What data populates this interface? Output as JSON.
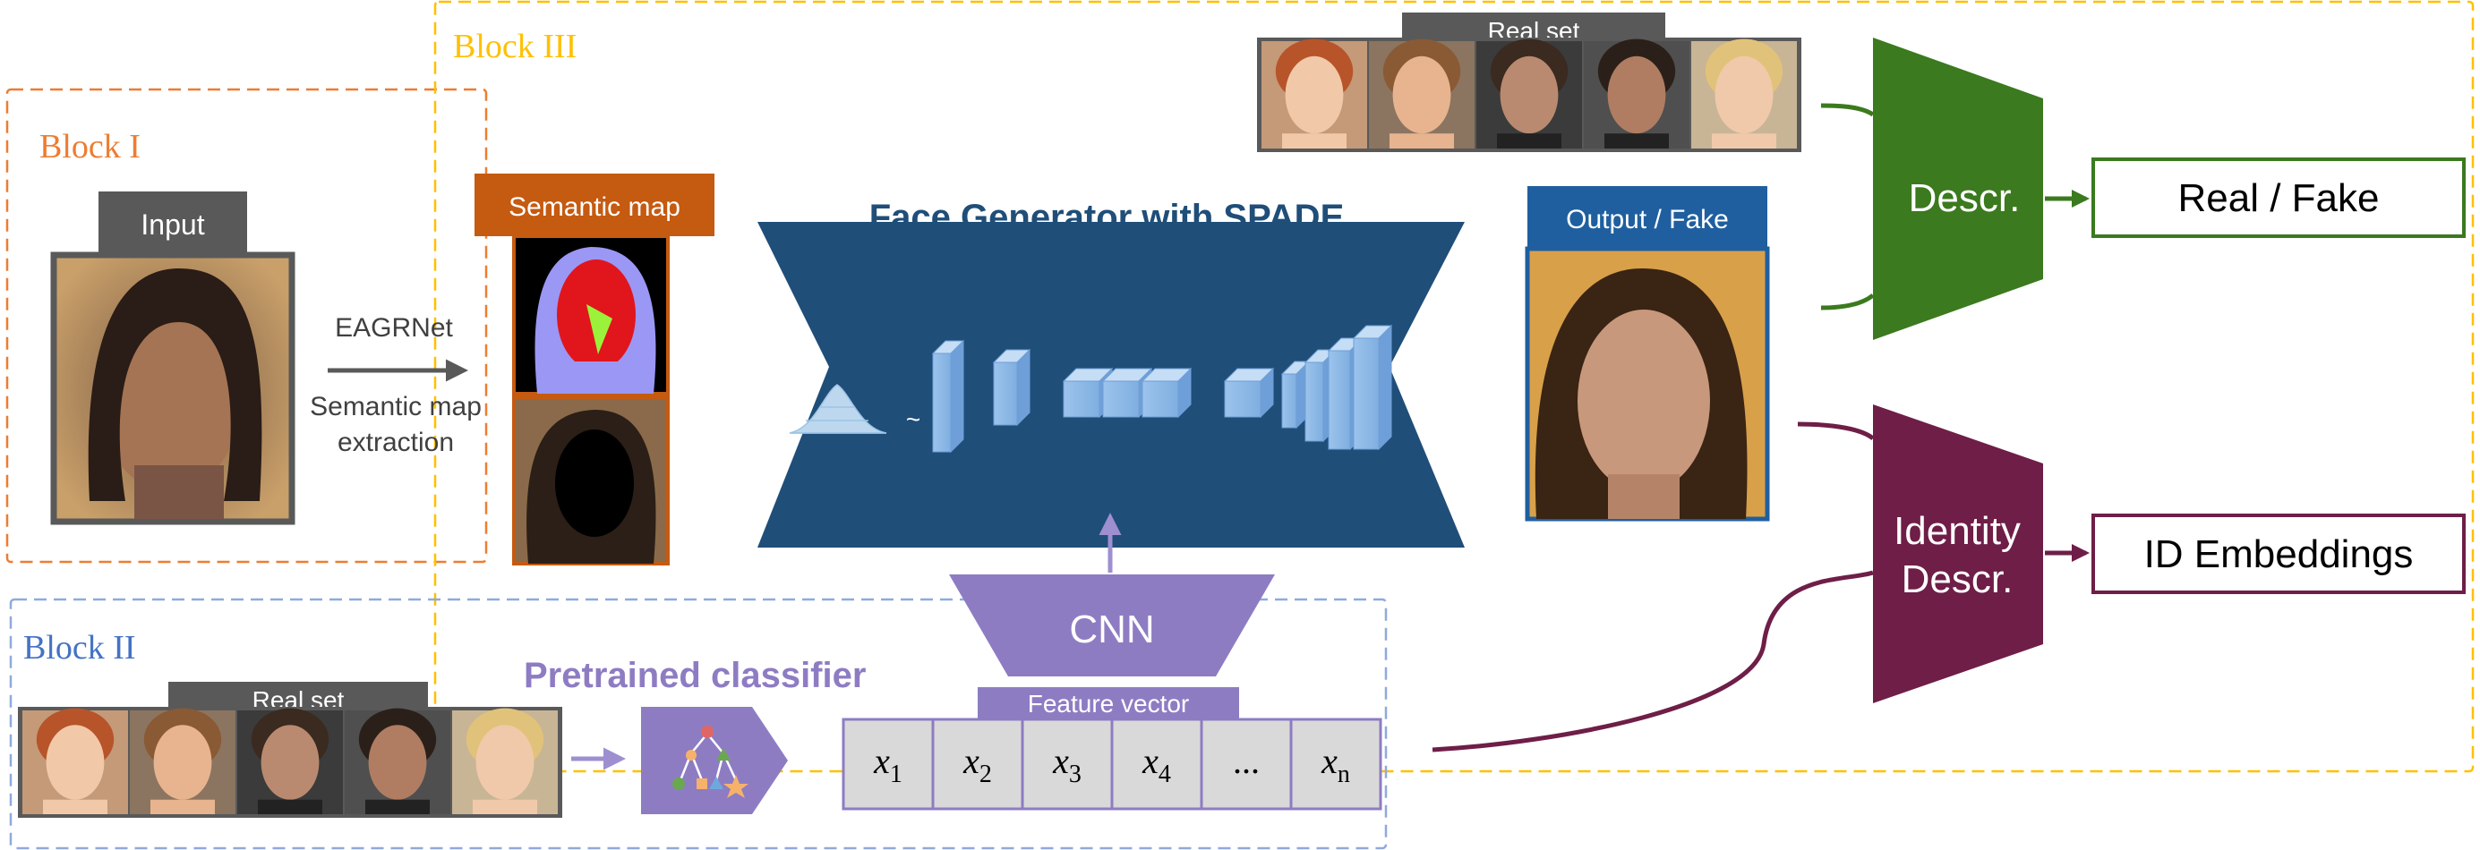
{
  "blocks": {
    "block1": "Block I",
    "block2": "Block II",
    "block3": "Block III"
  },
  "block1": {
    "input_label": "Input",
    "method_label": "EAGRNet",
    "step_line1": "Semantic map",
    "step_line2": "extraction"
  },
  "semantic": {
    "label": "Semantic map"
  },
  "generator": {
    "title": "Face Generator with SPADE",
    "tilde": "~"
  },
  "output": {
    "label": "Output / Fake"
  },
  "real_set_top": {
    "label": "Real set"
  },
  "real_set_bottom": {
    "label": "Real set"
  },
  "classifier": {
    "label": "Pretrained classifier"
  },
  "cnn": {
    "label": "CNN"
  },
  "feature": {
    "label": "Feature vector",
    "cells": [
      {
        "base": "x",
        "sub": "1"
      },
      {
        "base": "x",
        "sub": "2"
      },
      {
        "base": "x",
        "sub": "3"
      },
      {
        "base": "x",
        "sub": "4"
      },
      {
        "base": "...",
        "sub": ""
      },
      {
        "base": "x",
        "sub": "n"
      }
    ]
  },
  "descr": {
    "label": "Descr.",
    "result": "Real / Fake"
  },
  "identity": {
    "line1": "Identity",
    "line2": "Descr.",
    "result": "ID Embeddings"
  },
  "colors": {
    "block1": "#ED7D31",
    "block2": "#8FAADC",
    "block3": "#FFC000",
    "generator": "#1F4E79",
    "cnn": "#8E7CC3",
    "descr": "#3B7A1E",
    "identity": "#6E1E47",
    "semantic_tag": "#C55A11",
    "output_tag": "#1F5F9F"
  }
}
